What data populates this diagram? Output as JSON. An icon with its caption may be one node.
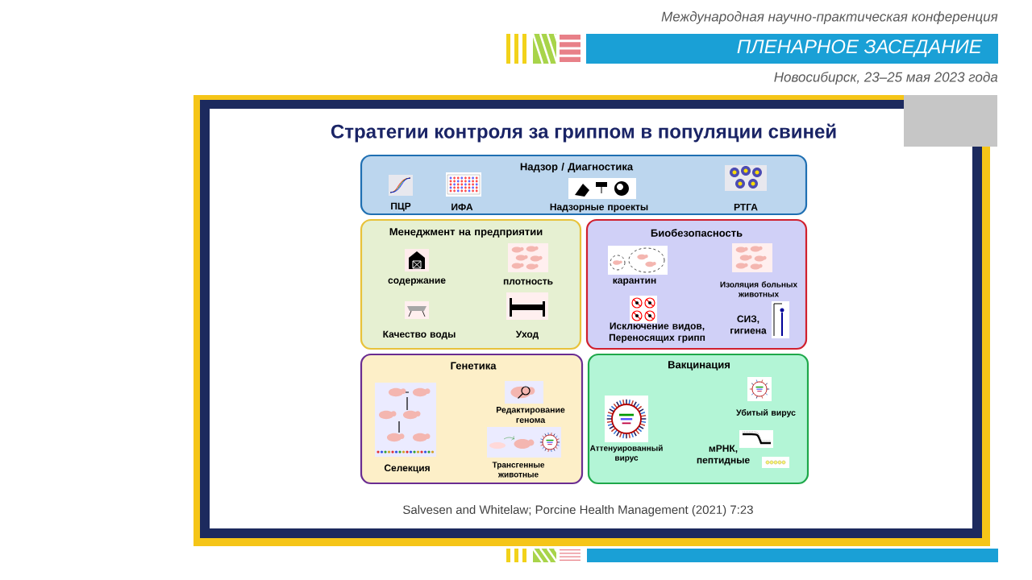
{
  "diagram": {
    "title": "Стратегии контроля за гриппом в популяции свиней",
    "caption": "Salvesen and Whitelaw; Porcine Health Management (2021) 7:23",
    "nodes": [
      {
        "text": [
          "Надзор / Диагностика",
          "ПЦР",
          "ИФА",
          "Надзорные проекты",
          "РТГА"
        ]
      },
      {
        "text": [
          "Менеджмент на предприятии",
          "содержание",
          "плотность",
          "Качество воды",
          "Уход"
        ]
      },
      {
        "text": [
          "Биобезопасность",
          "карантин",
          "Изоляция больных животных",
          "Исключение видов, Переносящих грипп",
          "СИЗ, гигиена"
        ]
      },
      {
        "text": [
          "Генетика",
          "Селекция",
          "Редактирование генома",
          "Трансгенные животные"
        ]
      },
      {
        "text": [
          "Вакцинация",
          "Аттенуированный вирус",
          "Убитый вирус",
          "мРНК, пептидные"
        ]
      }
    ],
    "labels": [
      "Международная научно-практическая конференция",
      "ПЛЕНАРНОЕ ЗАСЕДАНИЕ",
      "Новосибирск, 23–25 мая 2023 года"
    ]
  }
}
